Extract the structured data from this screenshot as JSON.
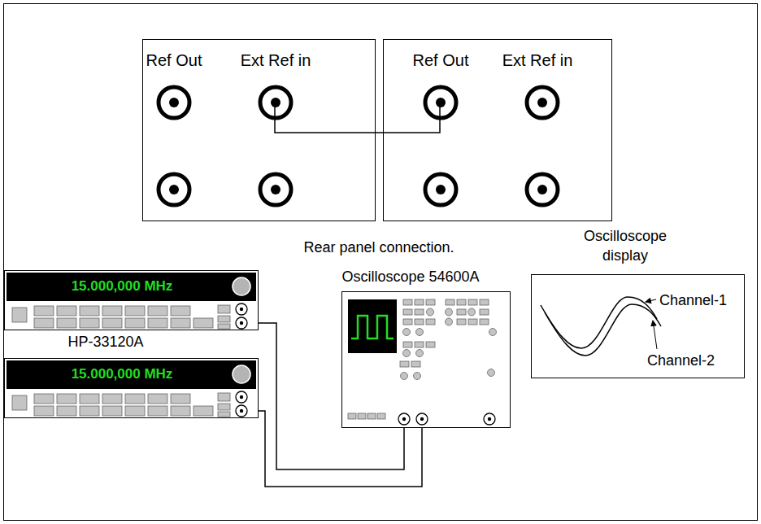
{
  "diagram": {
    "nodes": [
      {
        "text": [
          "Ref Out",
          "Ext Ref in"
        ]
      },
      {
        "text": [
          "Ref Out",
          "Ext Ref in"
        ]
      },
      {
        "text": [
          "15.000,000 MHz",
          "HP-33120A"
        ]
      },
      {
        "text": [
          "15.000,000 MHz"
        ]
      },
      {
        "text": [
          "Oscilloscope 54600A"
        ]
      },
      {
        "text": [
          "Oscilloscope display",
          "Channel-1",
          "Channel-2"
        ]
      }
    ],
    "edges": [
      {
        "from": 0,
        "to": 1,
        "arrow": "none"
      },
      {
        "from": 2,
        "to": 4,
        "arrow": "none"
      },
      {
        "from": 3,
        "to": 4,
        "arrow": "none"
      }
    ],
    "labels": [
      "Rear panel connection."
    ]
  }
}
